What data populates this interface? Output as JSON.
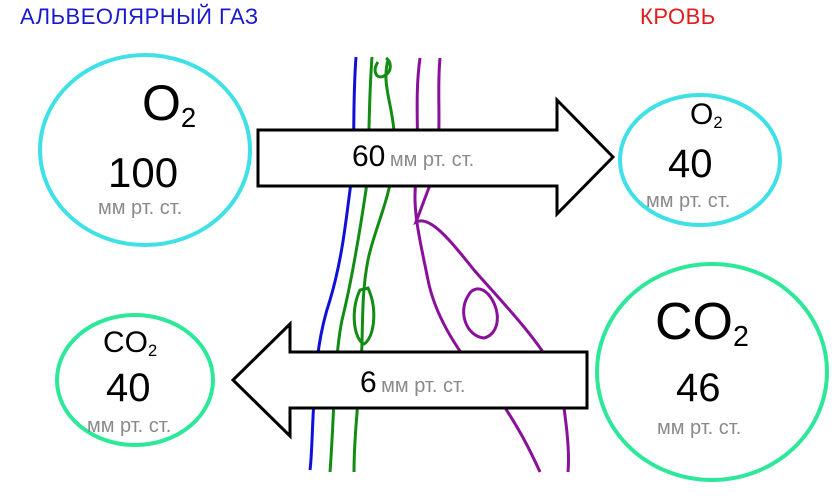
{
  "headers": {
    "alveolar": "АЛЬВЕОЛЯРНЫЙ ГАЗ",
    "blood": "КРОВЬ"
  },
  "alveolar_o2": {
    "symbol": "O",
    "subscript": "2",
    "value": "100",
    "unit": "мм рт. ст."
  },
  "blood_o2": {
    "symbol": "O",
    "subscript": "2",
    "value": "40",
    "unit": "мм рт. ст."
  },
  "alveolar_co2": {
    "symbol": "CO",
    "subscript": "2",
    "value": "40",
    "unit": "мм рт. ст."
  },
  "blood_co2": {
    "symbol": "CO",
    "subscript": "2",
    "value": "46",
    "unit": "мм рт. ст."
  },
  "arrow_o2": {
    "value": "60",
    "unit": "мм рт. ст."
  },
  "arrow_co2": {
    "value": "6",
    "unit": "мм рт. ст."
  },
  "colors": {
    "header_left": "#1a1acc",
    "header_right": "#e21b1b",
    "o2_circle": "#3fe0e6",
    "co2_circle": "#2ee89a",
    "membrane_blue": "#1010d8",
    "membrane_green": "#128c12",
    "membrane_purple": "#8a0f9a"
  }
}
